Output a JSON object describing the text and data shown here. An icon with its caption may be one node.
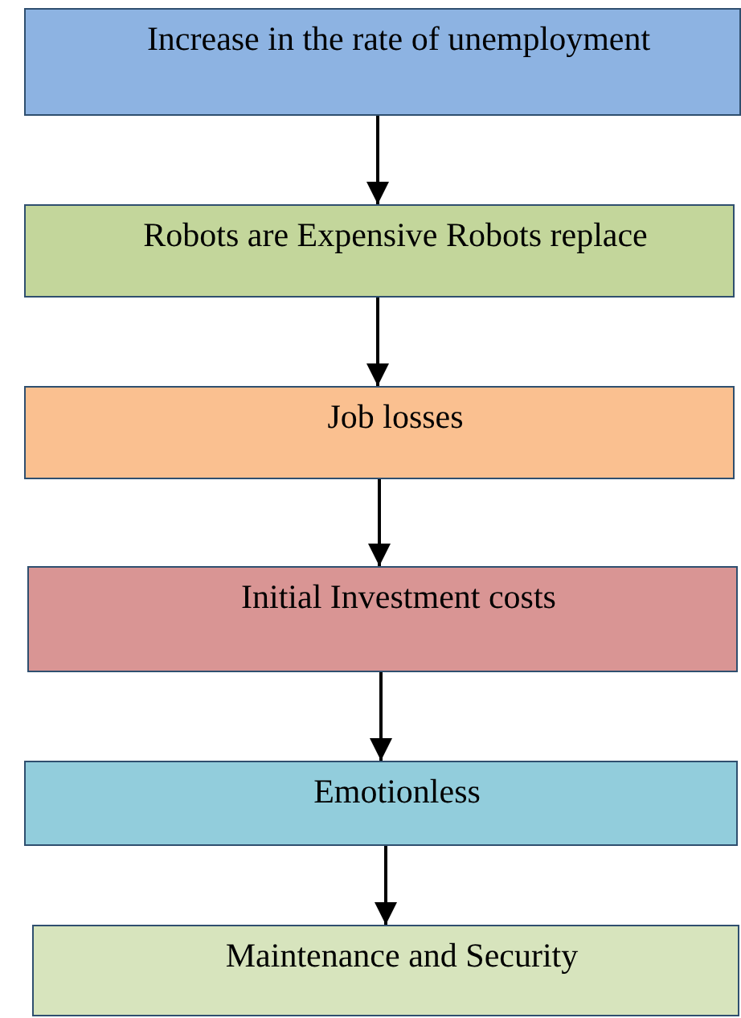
{
  "diagram": {
    "nodes": [
      {
        "text": [
          "Increase in the rate of unemployment"
        ]
      },
      {
        "text": [
          "Robots are Expensive Robots replace"
        ]
      },
      {
        "text": [
          "Job losses"
        ]
      },
      {
        "text": [
          "Initial Investment costs"
        ]
      },
      {
        "text": [
          "Emotionless"
        ]
      },
      {
        "text": [
          "Maintenance and Security"
        ]
      }
    ],
    "edges": [
      {
        "from": 0,
        "to": 1,
        "arrow": "to"
      },
      {
        "from": 1,
        "to": 2,
        "arrow": "to"
      },
      {
        "from": 2,
        "to": 3,
        "arrow": "to"
      },
      {
        "from": 3,
        "to": 4,
        "arrow": "to"
      },
      {
        "from": 4,
        "to": 5,
        "arrow": "to"
      }
    ]
  }
}
